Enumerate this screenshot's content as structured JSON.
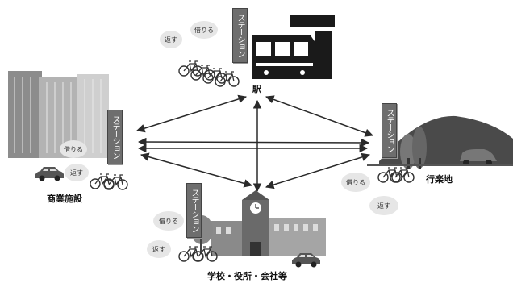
{
  "nodes": {
    "eki": {
      "label": "駅",
      "station": "ステーション",
      "borrow": "借りる",
      "return": "返す"
    },
    "shogyo": {
      "label": "商業施設",
      "station": "ステーション",
      "borrow": "借りる",
      "return": "返す"
    },
    "kourakuchi": {
      "label": "行楽地",
      "station": "ステーション",
      "borrow": "借りる",
      "return": "返す"
    },
    "gakko": {
      "label": "学校・役所・会社等",
      "station": "ステーション",
      "borrow": "借りる",
      "return": "返す"
    }
  },
  "colors": {
    "ink": "#1a1a1a",
    "arrow": "#2a2a2a",
    "bubble": "#e6e6e6",
    "station": "#6e6e6e"
  }
}
